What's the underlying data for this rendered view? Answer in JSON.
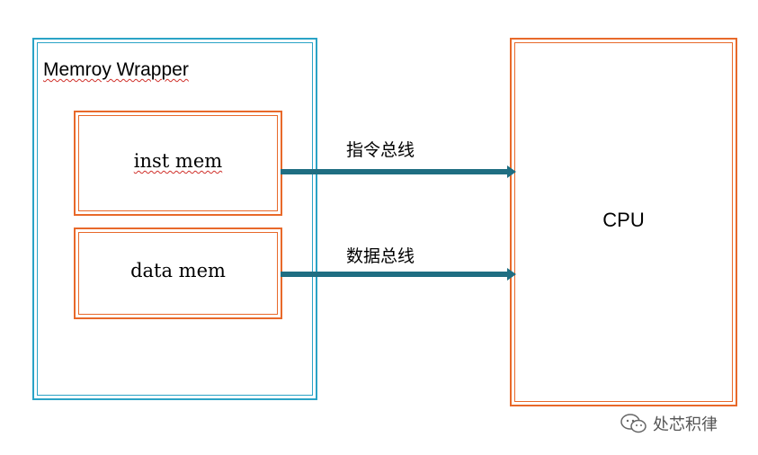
{
  "wrapper": {
    "title": "Memroy Wrapper"
  },
  "inst_mem": {
    "label": "inst mem"
  },
  "data_mem": {
    "label": "data mem"
  },
  "cpu": {
    "label": "CPU"
  },
  "buses": [
    {
      "label": "指令总线"
    },
    {
      "label": "数据总线"
    }
  ],
  "watermark": {
    "text": "处芯积律",
    "icon": "wechat-icon"
  },
  "colors": {
    "wrapper_border": "#2aa3c6",
    "module_border": "#e8692a",
    "bus_arrow": "#1f6e82"
  }
}
